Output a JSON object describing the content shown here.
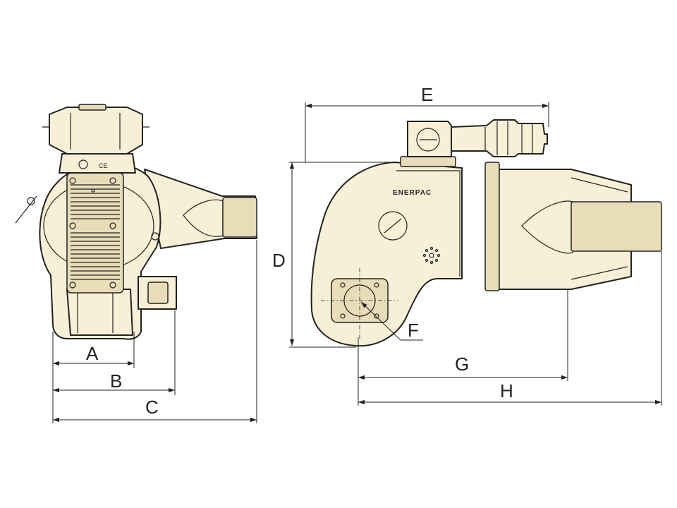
{
  "colors": {
    "body_fill": "#f7efd6",
    "shade_fill": "#e8dcb9",
    "dark_fill": "#cfc29d",
    "ink": "#222222"
  },
  "dimension_labels": {
    "A": "A",
    "B": "B",
    "C": "C",
    "D": "D",
    "E": "E",
    "F": "F",
    "G": "G",
    "H": "H"
  },
  "markings": {
    "brand": "ENERPAC",
    "cert": "CE"
  }
}
